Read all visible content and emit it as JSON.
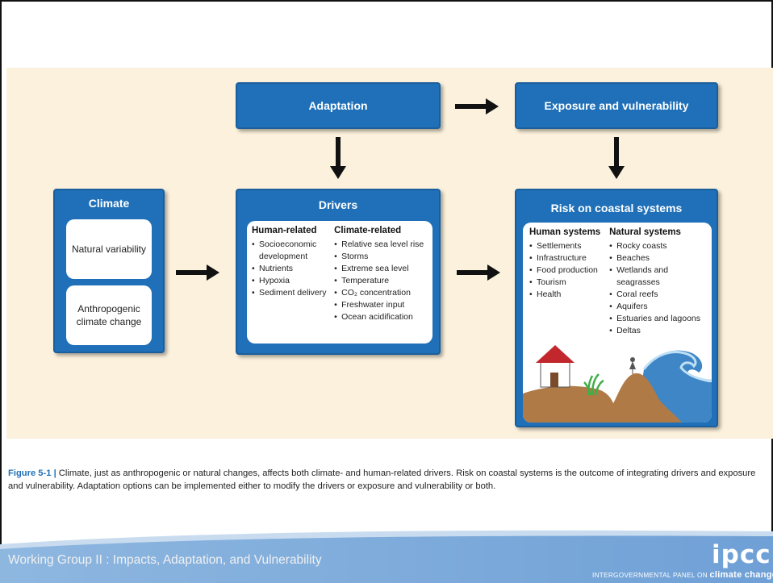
{
  "figure": {
    "adaptation": "Adaptation",
    "exposure": "Exposure and vulnerability",
    "climate": {
      "title": "Climate",
      "natural": "Natural variability",
      "anthropogenic": "Anthropogenic climate change"
    },
    "drivers": {
      "title": "Drivers",
      "human_heading": "Human-related",
      "human_items": [
        "Socioeconomic development",
        "Nutrients",
        "Hypoxia",
        "Sediment delivery"
      ],
      "climate_heading": "Climate-related",
      "climate_items": [
        "Relative sea level rise",
        "Storms",
        "Extreme sea level",
        "Temperature",
        "CO₂ concentration",
        "Freshwater input",
        "Ocean acidification"
      ]
    },
    "risk": {
      "title": "Risk on coastal systems",
      "human_heading": "Human systems",
      "human_items": [
        "Settlements",
        "Infrastructure",
        "Food production",
        "Tourism",
        "Health"
      ],
      "natural_heading": "Natural systems",
      "natural_items": [
        "Rocky coasts",
        "Beaches",
        "Wetlands and seagrasses",
        "Coral reefs",
        "Aquifers",
        "Estuaries and lagoons",
        "Deltas"
      ]
    }
  },
  "caption": {
    "label": "Figure 5-1 |",
    "text": " Climate, just as anthropogenic or natural changes, affects both climate- and human-related drivers. Risk on coastal systems is the outcome of integrating drivers and exposure and vulnerability. Adaptation options can be implemented either to modify the drivers or exposure and vulnerability or both."
  },
  "footer": {
    "title": "Working Group II : Impacts, Adaptation, and Vulnerability",
    "logo": "ipcc",
    "logo_sub_prefix": "INTERGOVERNMENTAL PANEL ON ",
    "logo_sub_emph": "climate change"
  },
  "colors": {
    "box_blue": "#1f70b8",
    "figure_bg": "#fbf1dc",
    "footer_blue": "#8fb4dc"
  }
}
